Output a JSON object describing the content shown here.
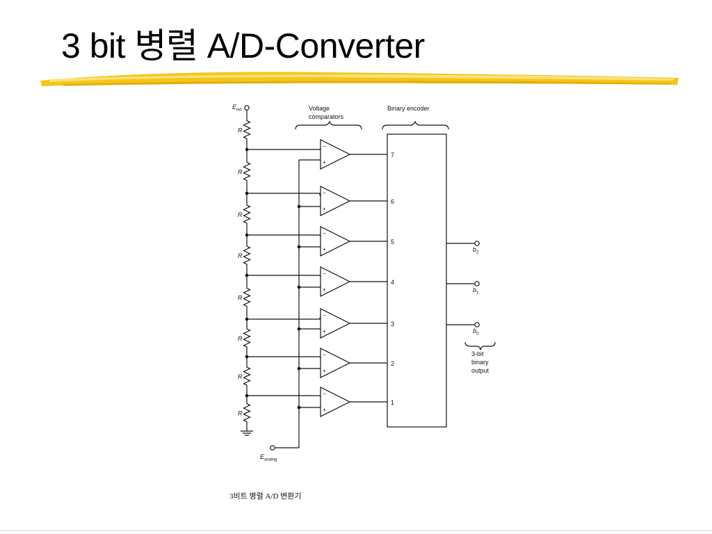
{
  "slide": {
    "title": "3 bit 병렬 A/D-Converter",
    "caption": "3비트 병렬 A/D 변환기"
  },
  "colors": {
    "highlight": "#f5c518",
    "highlight_light": "#fbe27a",
    "ink": "#111111"
  },
  "diagram": {
    "labels": {
      "eref_main": "E",
      "eref_sub": "ref",
      "eanalog_main": "E",
      "eanalog_sub": "analog",
      "voltage_comparators_l1": "Voltage",
      "voltage_comparators_l2": "comparators",
      "binary_encoder": "Binary encoder",
      "output_l1": "3-bit",
      "output_l2": "binary",
      "output_l3": "output"
    },
    "resistor_label": "R",
    "resistor_count": 8,
    "comparator_minus": "−",
    "comparator_plus": "+",
    "encoder_inputs": [
      "7",
      "6",
      "5",
      "4",
      "3",
      "2",
      "1"
    ],
    "outputs": [
      {
        "main": "b",
        "sub": "2"
      },
      {
        "main": "b",
        "sub": "1"
      },
      {
        "main": "b",
        "sub": "0"
      }
    ]
  }
}
